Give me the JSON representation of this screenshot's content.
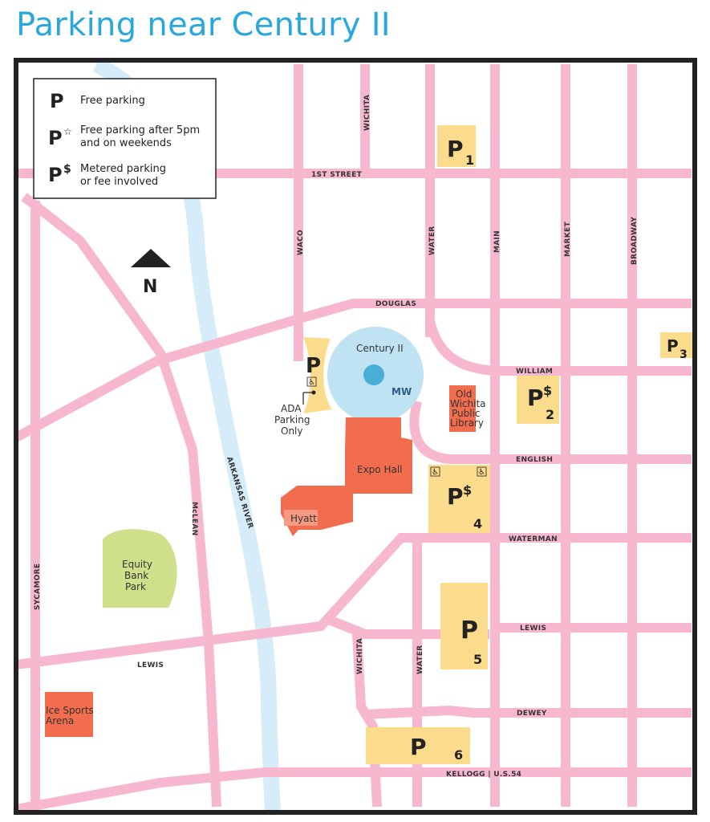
{
  "title": "Parking near Century II",
  "legend": {
    "free_symbol": "P",
    "free_label": "Free parking",
    "after5_symbol": "P",
    "after5_mark": "☆",
    "after5_line1": "Free parking after 5pm",
    "after5_line2": "and on weekends",
    "metered_symbol": "P",
    "metered_mark": "$",
    "metered_line1": "Metered parking",
    "metered_line2": "or fee involved"
  },
  "north_label": "N",
  "streets": {
    "first": "1ST STREET",
    "wichita_n": "WICHITA",
    "waco": "WACO",
    "water_n": "WATER",
    "main": "MAIN",
    "market": "MARKET",
    "broadway": "BROADWAY",
    "douglas": "DOUGLAS",
    "william": "WILLIAM",
    "english": "ENGLISH",
    "waterman": "WATERMAN",
    "lewis_e": "LEWIS",
    "lewis_w": "LEWIS",
    "mclean": "McLEAN",
    "sycamore": "SYCAMORE",
    "wichita_s": "WICHITA",
    "water_s": "WATER",
    "dewey": "DEWEY",
    "kellogg": "KELLOGG | U.S.54",
    "river": "ARKANSAS RIVER"
  },
  "places": {
    "century": "Century II",
    "ada_line1": "ADA",
    "ada_line2": "Parking",
    "ada_line3": "Only",
    "library_line1": "Old",
    "library_line2": "Wichita",
    "library_line3": "Public",
    "library_line4": "Library",
    "expo": "Expo Hall",
    "hyatt": "Hyatt",
    "ballpark_line1": "Equity",
    "ballpark_line2": "Bank",
    "ballpark_line3": "Park",
    "ice_line1": "Ice Sports",
    "ice_line2": "Arena",
    "century_logo": "MW"
  },
  "lots": [
    {
      "letter": "P",
      "mark": "",
      "number": "1"
    },
    {
      "letter": "P",
      "mark": "",
      "number": "3"
    },
    {
      "letter": "P",
      "mark": "$",
      "number": "2"
    },
    {
      "letter": "P",
      "mark": "$",
      "number": "4"
    },
    {
      "letter": "P",
      "mark": "",
      "number": "5"
    },
    {
      "letter": "P",
      "mark": "",
      "number": "6"
    },
    {
      "letter": "P",
      "mark": "",
      "number": ""
    }
  ],
  "colors": {
    "road": "#f6b7cf",
    "river": "#d6ecf8",
    "parking": "#fbdc8c",
    "building": "#f26d4e",
    "park": "#cfe08a",
    "century": "#bfe3f3",
    "title": "#2aa7dd"
  }
}
